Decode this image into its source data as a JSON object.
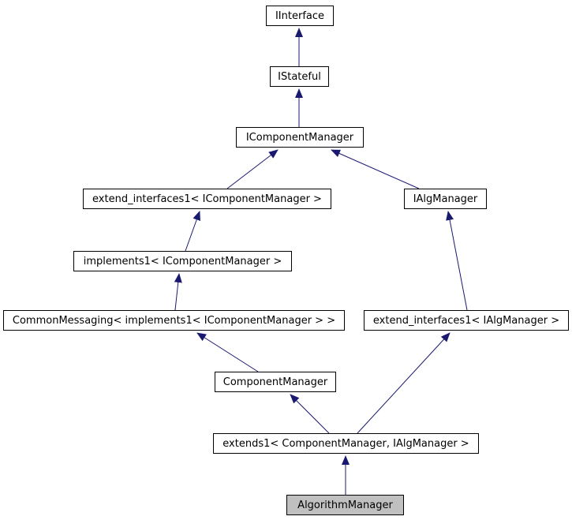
{
  "diagram": {
    "type": "class-inheritance-graph",
    "colors": {
      "background": "#ffffff",
      "edge": "#191970",
      "node_border": "#000000",
      "node_fill": "#ffffff",
      "selected_node_fill": "#c0c0c0",
      "text": "#000000"
    },
    "nodes": [
      {
        "id": "iinterface",
        "label": "IInterface"
      },
      {
        "id": "istateful",
        "label": "IStateful"
      },
      {
        "id": "icomponentmanager",
        "label": "IComponentManager"
      },
      {
        "id": "extend-interfaces1-icm",
        "label": "extend_interfaces1< IComponentManager >"
      },
      {
        "id": "ialgmanager",
        "label": "IAlgManager"
      },
      {
        "id": "implements1-icm",
        "label": "implements1< IComponentManager >"
      },
      {
        "id": "commonmessaging-implements1",
        "label": "CommonMessaging< implements1< IComponentManager > >"
      },
      {
        "id": "extend-interfaces1-ialgm",
        "label": "extend_interfaces1< IAlgManager >"
      },
      {
        "id": "componentmanager",
        "label": "ComponentManager"
      },
      {
        "id": "extends1-cm-ialgm",
        "label": "extends1< ComponentManager, IAlgManager >"
      },
      {
        "id": "algorithmmanager",
        "label": "AlgorithmManager",
        "selected": true
      }
    ],
    "edges": [
      {
        "from": "istateful",
        "to": "iinterface"
      },
      {
        "from": "icomponentmanager",
        "to": "istateful"
      },
      {
        "from": "extend-interfaces1-icm",
        "to": "icomponentmanager"
      },
      {
        "from": "ialgmanager",
        "to": "icomponentmanager"
      },
      {
        "from": "implements1-icm",
        "to": "extend-interfaces1-icm"
      },
      {
        "from": "commonmessaging-implements1",
        "to": "implements1-icm"
      },
      {
        "from": "extend-interfaces1-ialgm",
        "to": "ialgmanager"
      },
      {
        "from": "componentmanager",
        "to": "commonmessaging-implements1"
      },
      {
        "from": "extends1-cm-ialgm",
        "to": "componentmanager"
      },
      {
        "from": "extends1-cm-ialgm",
        "to": "extend-interfaces1-ialgm"
      },
      {
        "from": "algorithmmanager",
        "to": "extends1-cm-ialgm"
      }
    ]
  }
}
